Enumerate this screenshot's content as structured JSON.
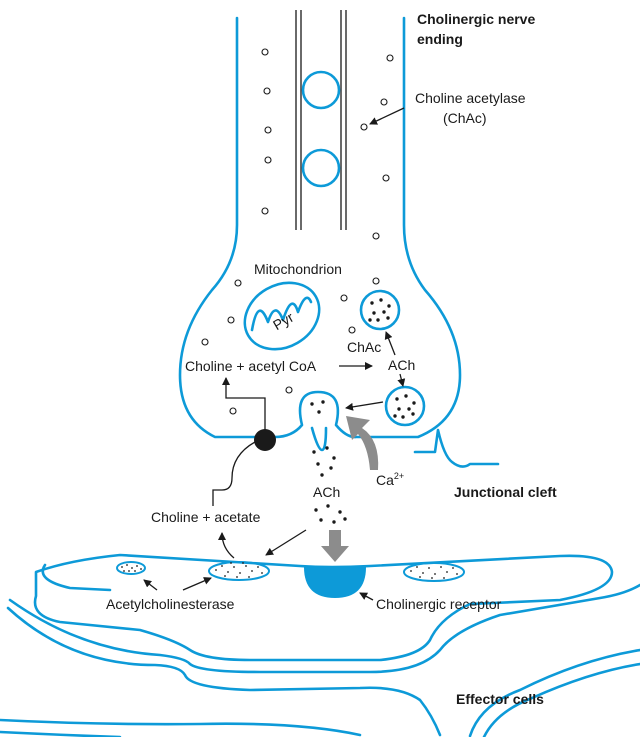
{
  "labels": {
    "nerve_ending": [
      "Cholinergic nerve",
      "ending"
    ],
    "choline_acetylase": [
      "Choline acetylase",
      "(ChAc)"
    ],
    "mitochondrion": "Mitochondrion",
    "pyr": "Pyr",
    "chac": "ChAc",
    "ach_vesicle": "ACh",
    "choline_acetylcoa": "Choline + acetyl CoA",
    "ca": "Ca",
    "ca_sup": "2+",
    "junctional_cleft": "Junctional cleft",
    "ach_cleft": "ACh",
    "choline_acetate": "Choline + acetate",
    "acetylcholinesterase": "Acetylcholinesterase",
    "cholinergic_receptor": "Cholinergic receptor",
    "effector_cells": "Effector cells"
  },
  "colors": {
    "membrane": "#0d9ad8",
    "receptor": "#0d9ad8",
    "ink": "#1a1a1a",
    "gray_arrow": "#8c8c8c"
  }
}
